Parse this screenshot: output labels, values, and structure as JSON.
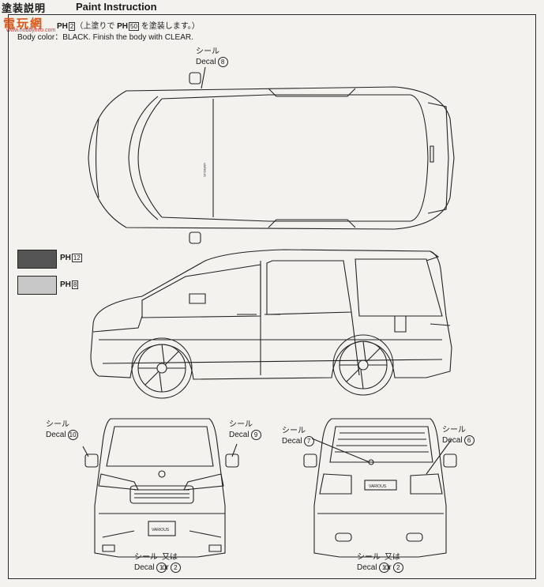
{
  "header": {
    "title_jp": "塗装説明",
    "title_en": "Paint Instruction",
    "watermark_text": "電玩網",
    "watermark_url": "www.hobbyinfo.com"
  },
  "instructions": {
    "line1_code": "PH",
    "line1_num": "2",
    "line1_mid": "（上塗りで",
    "line1_code2": "PH",
    "line1_num2": "50",
    "line1_end": "を塗装します。）",
    "line2": "Body color：BLACK. Finish the body with CLEAR."
  },
  "swatches": [
    {
      "code": "PH",
      "num": "12",
      "color": "#555555"
    },
    {
      "code": "PH",
      "num": "8",
      "color": "#c8c8c8"
    }
  ],
  "decals": {
    "jp": "シール",
    "en": "Decal",
    "or_jp": "又は",
    "or_en": "or",
    "top": "8",
    "front_left": "10",
    "front_right": "9",
    "rear_left": "7",
    "rear_right": "6",
    "plate_a": "1",
    "plate_b": "2"
  },
  "badges": {
    "roof": "VARIOUS",
    "front": "VARIOUS",
    "rear": "VARIOUS"
  }
}
